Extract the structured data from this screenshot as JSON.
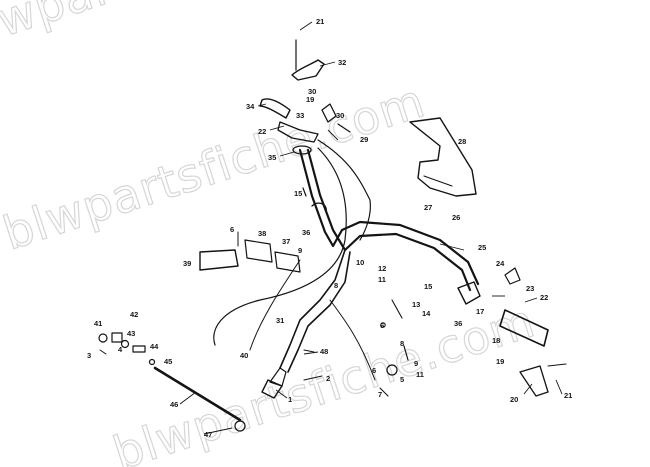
{
  "watermark": {
    "text": "blwpartsfiche.com",
    "color": "#d6d6d6"
  },
  "callouts": {
    "c1": "1",
    "c2": "2",
    "c3": "3",
    "c4": "4",
    "c5": "5",
    "c6": "6",
    "c7": "7",
    "c8": "8",
    "c9": "9",
    "c10": "10",
    "c11": "11",
    "c12": "12",
    "c13": "13",
    "c14": "14",
    "c15": "15",
    "c15b": "15",
    "c16": "16",
    "c17": "17",
    "c18": "18",
    "c19": "19",
    "c19b": "19",
    "c20": "20",
    "c21": "21",
    "c21b": "21",
    "c22": "22",
    "c22b": "22",
    "c23": "23",
    "c24": "24",
    "c25": "25",
    "c26": "26",
    "c27": "27",
    "c28": "28",
    "c29": "29",
    "c30": "30",
    "c31": "31",
    "c32": "32",
    "c33": "33",
    "c34": "34",
    "c35": "35",
    "c36": "36",
    "c36b": "36",
    "c37": "37",
    "c38": "38",
    "c39": "39",
    "c40": "40",
    "c41": "41",
    "c42": "42",
    "c43": "43",
    "c44": "44",
    "c45": "45",
    "c46": "46",
    "c47": "47",
    "c48": "48"
  },
  "line_color": "#141414"
}
